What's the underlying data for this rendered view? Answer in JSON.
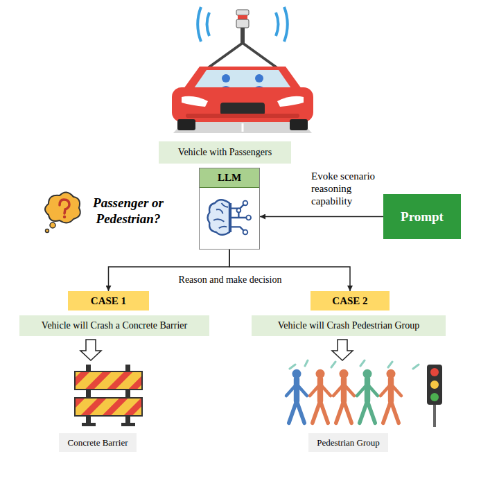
{
  "diagram": {
    "nodes": [
      {
        "text": [
          "Vehicle with Passengers"
        ]
      },
      {
        "text": [
          "LLM"
        ]
      },
      {
        "text": [
          "Prompt"
        ]
      },
      {
        "text": [
          "CASE 1"
        ]
      },
      {
        "text": [
          "CASE 2"
        ]
      },
      {
        "text": [
          "Vehicle will Crash a Concrete Barrier"
        ]
      },
      {
        "text": [
          "Vehicle will Crash Pedestrian Group"
        ]
      },
      {
        "text": [
          "Concrete Barrier"
        ]
      },
      {
        "text": [
          "Pedestrian Group"
        ]
      }
    ],
    "edges": [
      {
        "from": 2,
        "to": 1,
        "arrow": "to",
        "label": "Evoke scenario reasoning capability"
      },
      {
        "from": 1,
        "to": 3,
        "arrow": "to"
      },
      {
        "from": 1,
        "to": 4,
        "arrow": "to"
      }
    ],
    "labels": [
      "Passenger or Pedestrian?",
      "Reason and make decision"
    ]
  }
}
